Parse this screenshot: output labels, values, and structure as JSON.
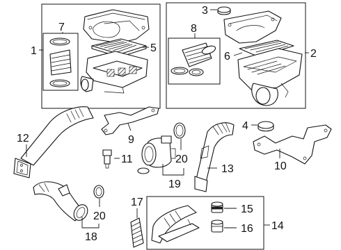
{
  "callouts": {
    "c1": "1",
    "c2": "2",
    "c3": "3",
    "c4": "4",
    "c5": "5",
    "c6": "6",
    "c7": "7",
    "c8": "8",
    "c9": "9",
    "c10": "10",
    "c11": "11",
    "c12": "12",
    "c13": "13",
    "c14": "14",
    "c15": "15",
    "c16": "16",
    "c17": "17",
    "c18": "18",
    "c19": "19",
    "c20a": "20",
    "c20b": "20"
  },
  "colors": {
    "line": "#111111",
    "background": "#ffffff"
  }
}
